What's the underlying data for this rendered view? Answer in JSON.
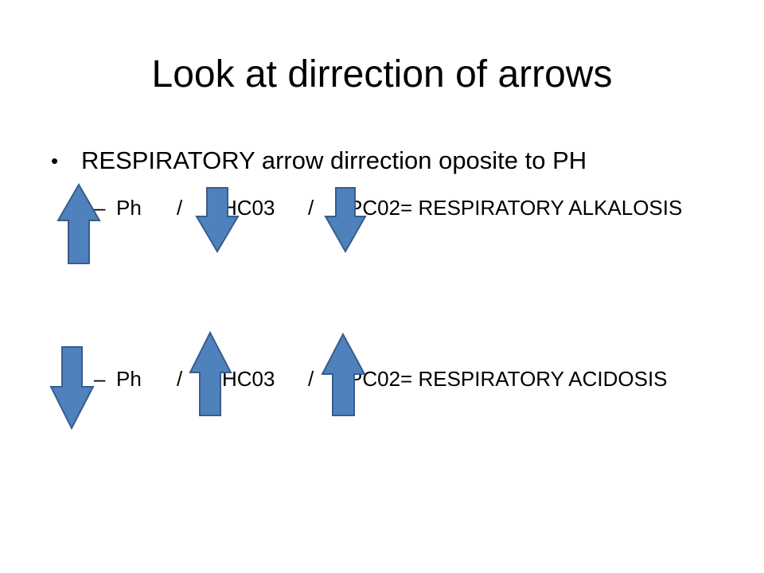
{
  "slide": {
    "title": "Look at dirrection of arrows",
    "bullet": {
      "marker": "•",
      "text": "RESPIRATORY  arrow dirrection oposite to PH"
    },
    "rows": [
      {
        "dash": "–",
        "ph": "Ph",
        "slash1": "/",
        "hc03": "HC03",
        "slash2": "/",
        "pc02": "PC02= RESPIRATORY ALKALOSIS",
        "arrows": [
          "up",
          "down",
          "down"
        ]
      },
      {
        "dash": "–",
        "ph": "Ph",
        "slash1": "/",
        "hc03": "HC03",
        "slash2": "/",
        "pc02": "PC02= RESPIRATORY ACIDOSIS",
        "arrows": [
          "down",
          "up",
          "up"
        ]
      }
    ],
    "colors": {
      "arrow_fill": "#4f81bd",
      "arrow_stroke": "#385d8a",
      "text": "#000000",
      "background": "#ffffff"
    }
  }
}
